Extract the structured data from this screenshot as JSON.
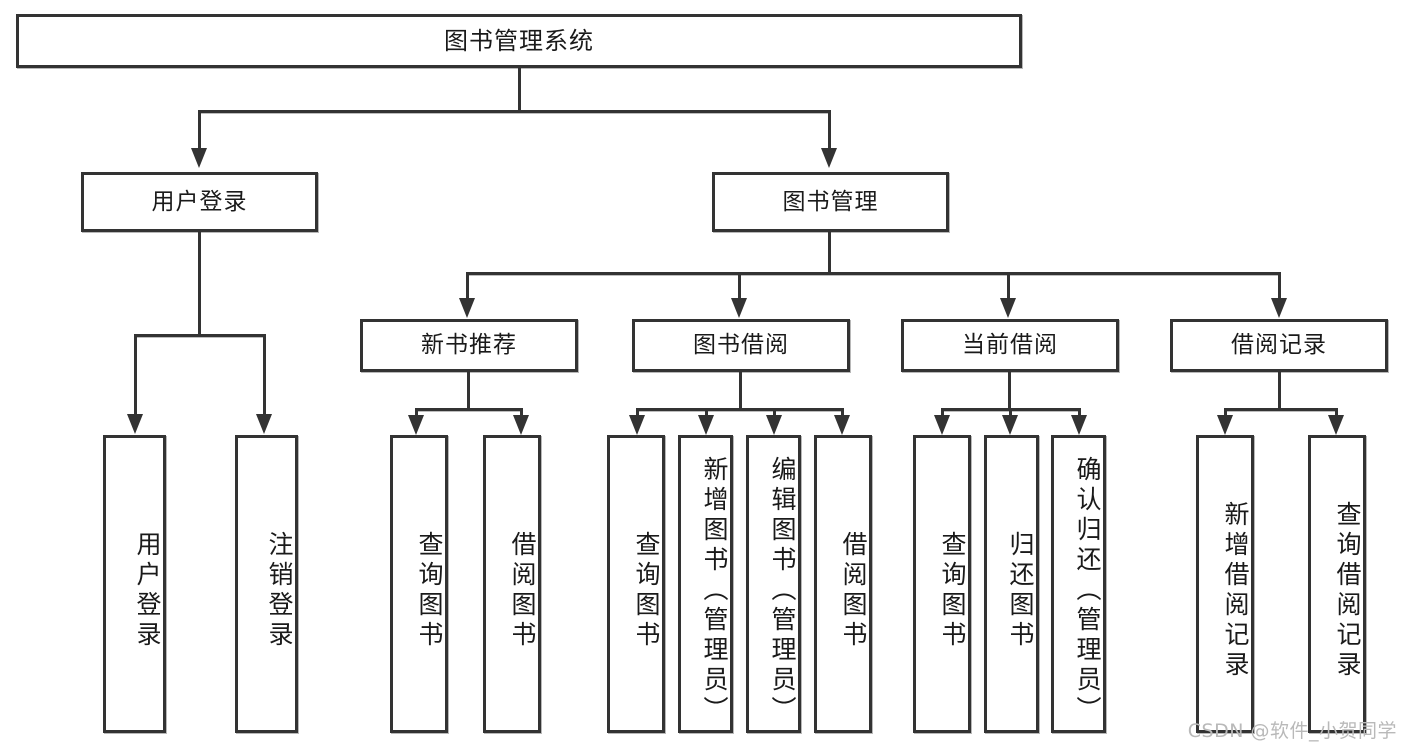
{
  "diagram": {
    "type": "tree-hierarchy",
    "title": "图书管理系统",
    "watermark": "CSDN @软件_小贺同学",
    "colors": {
      "stroke": "#333333",
      "fill": "#ffffff",
      "text": "#1a1a1a",
      "watermark": "#b9b9b9"
    },
    "root": {
      "label": "图书管理系统"
    },
    "level2": [
      {
        "label": "用户登录"
      },
      {
        "label": "图书管理"
      }
    ],
    "level3": [
      {
        "label": "新书推荐"
      },
      {
        "label": "图书借阅"
      },
      {
        "label": "当前借阅"
      },
      {
        "label": "借阅记录"
      }
    ],
    "leaves": {
      "user_login": [
        {
          "label": "用户登录"
        },
        {
          "label": "注销登录"
        }
      ],
      "new_book_recommend": [
        {
          "label": "查询图书"
        },
        {
          "label": "借阅图书"
        }
      ],
      "book_borrow": [
        {
          "label": "查询图书"
        },
        {
          "label": "新增图书（管理员）"
        },
        {
          "label": "编辑图书（管理员）"
        },
        {
          "label": "借阅图书"
        }
      ],
      "current_borrow": [
        {
          "label": "查询图书"
        },
        {
          "label": "归还图书"
        },
        {
          "label": "确认归还（管理员）"
        }
      ],
      "borrow_records": [
        {
          "label": "新增借阅记录"
        },
        {
          "label": "查询借阅记录"
        }
      ]
    }
  }
}
